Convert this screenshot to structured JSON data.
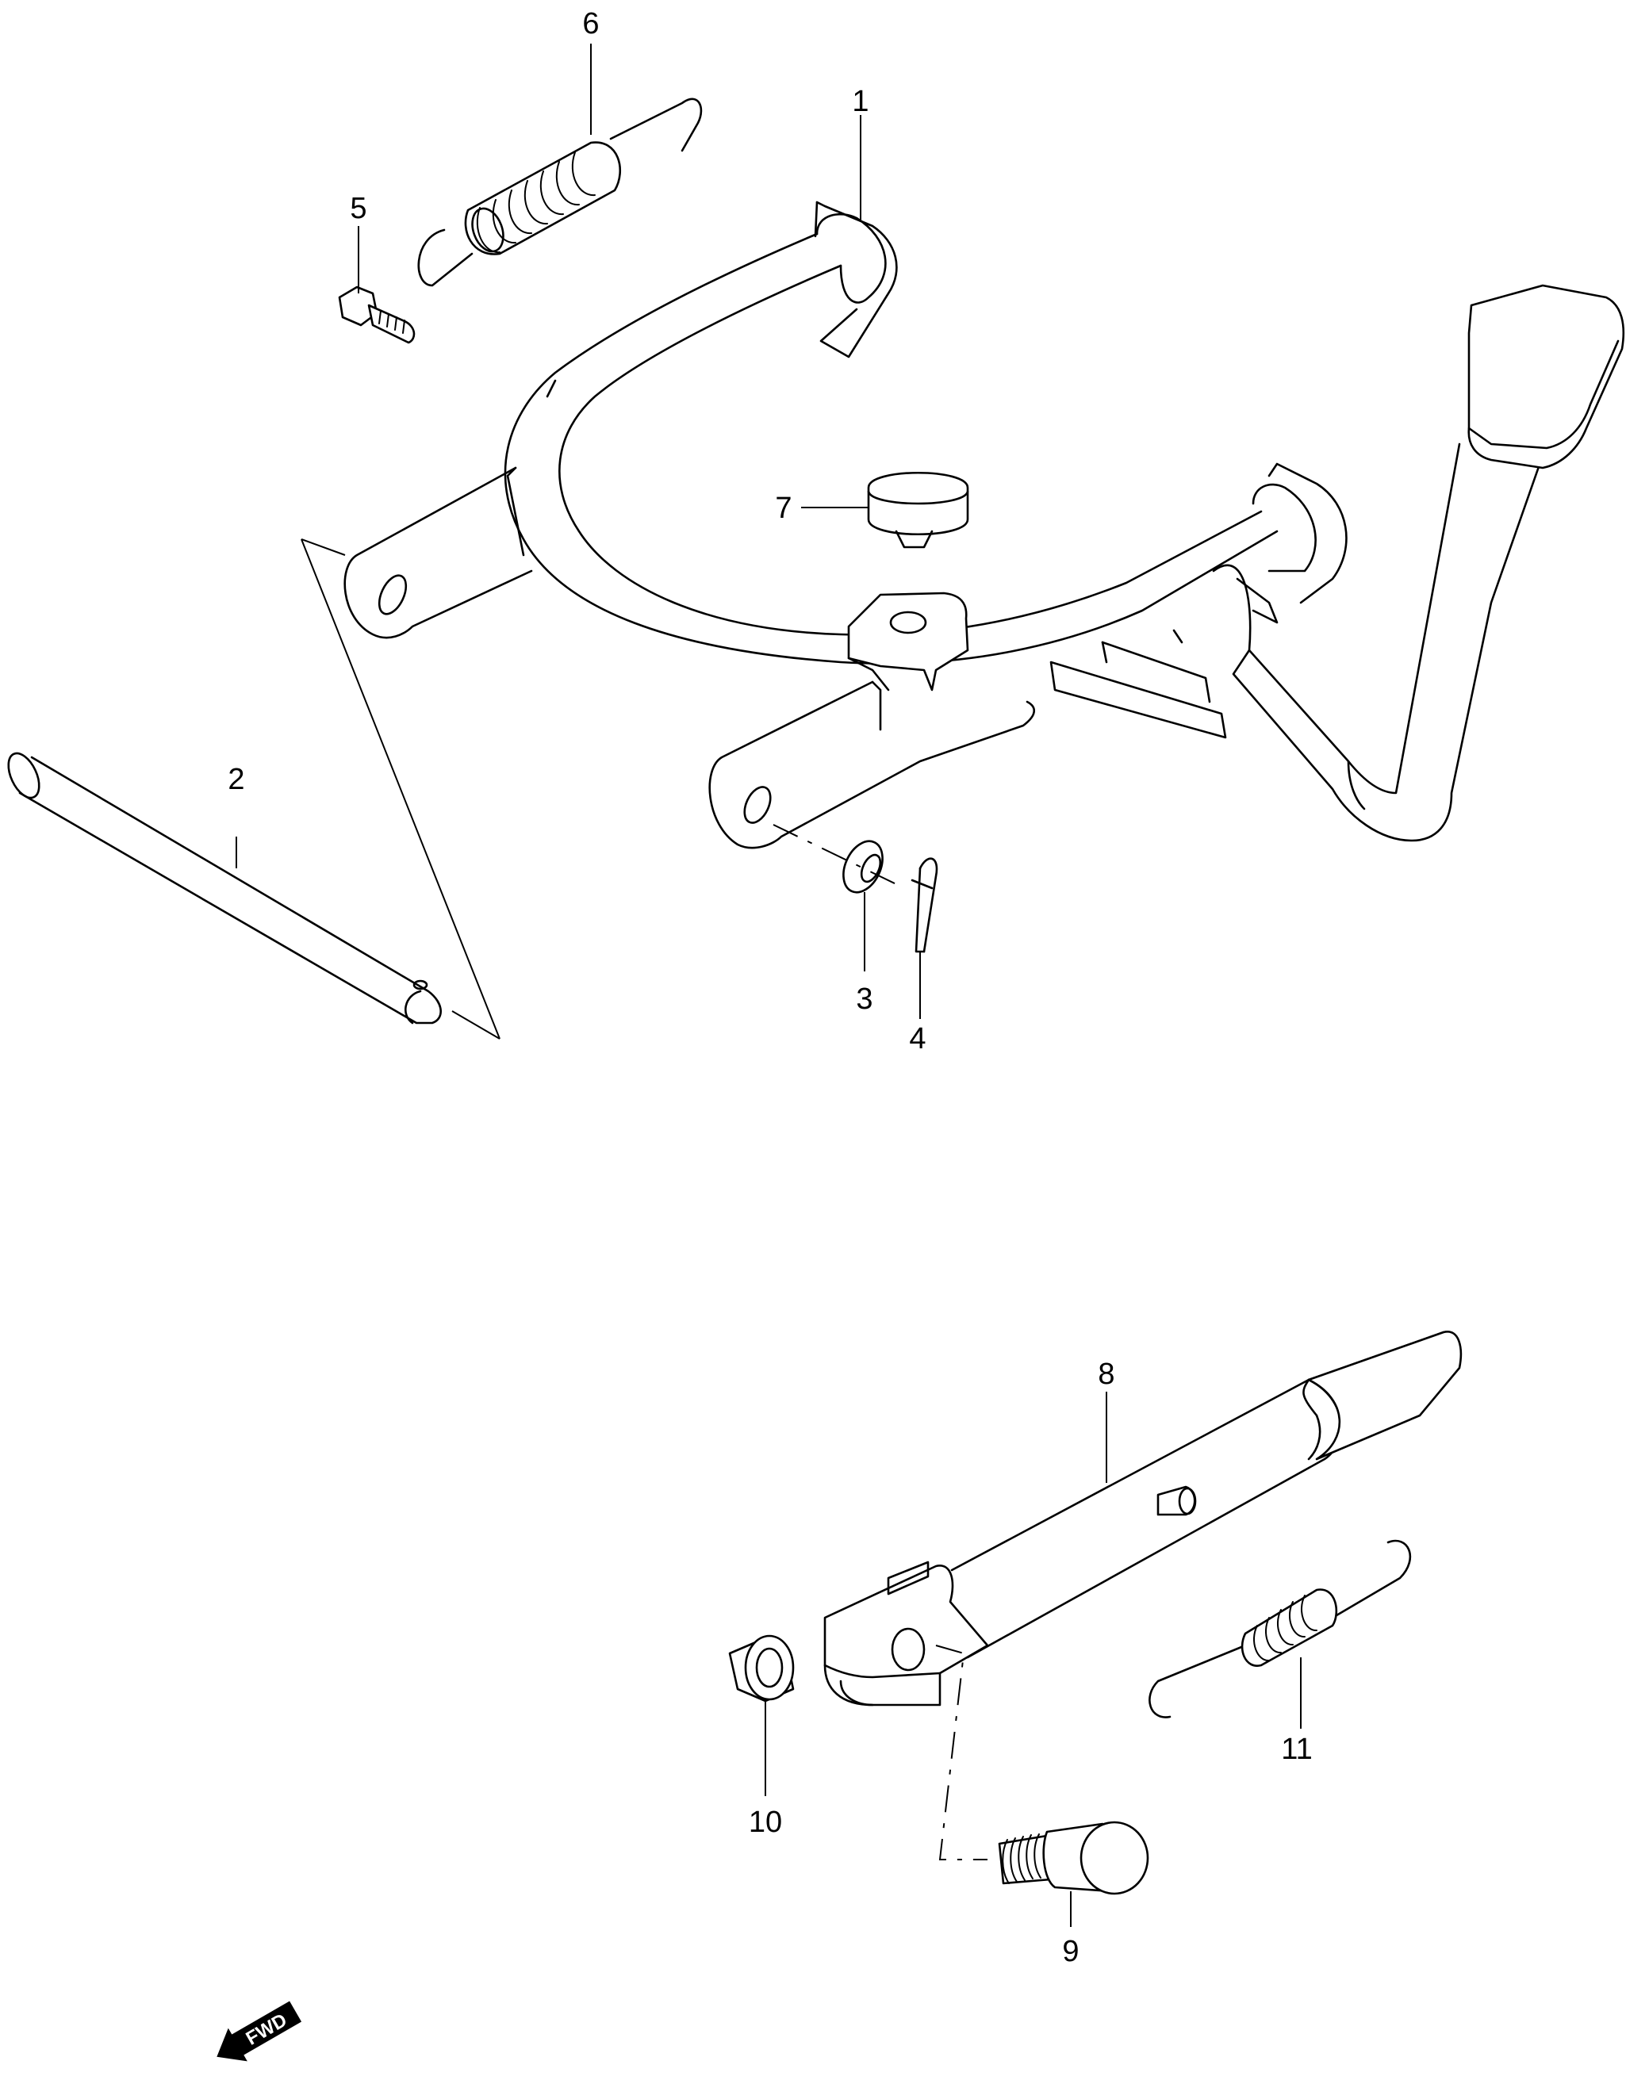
{
  "callouts": [
    {
      "id": "1",
      "label": "1"
    },
    {
      "id": "2",
      "label": "2"
    },
    {
      "id": "3",
      "label": "3"
    },
    {
      "id": "4",
      "label": "4"
    },
    {
      "id": "5",
      "label": "5"
    },
    {
      "id": "6",
      "label": "6"
    },
    {
      "id": "7",
      "label": "7"
    },
    {
      "id": "8",
      "label": "8"
    },
    {
      "id": "9",
      "label": "9"
    },
    {
      "id": "10",
      "label": "10"
    },
    {
      "id": "11",
      "label": "11"
    }
  ],
  "direction_marker": {
    "label": "FWD",
    "icon": "forward-arrow-icon"
  }
}
